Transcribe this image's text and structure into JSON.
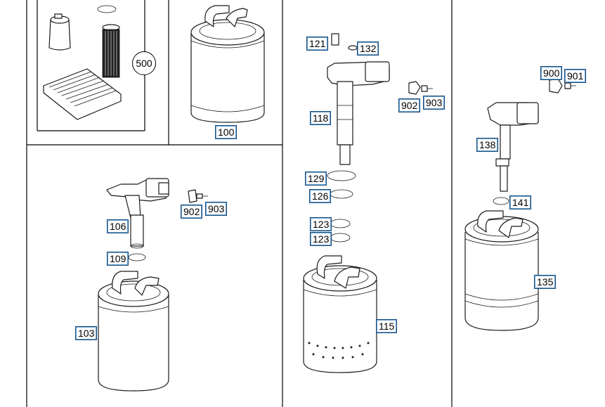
{
  "callouts": {
    "c500": "500",
    "c100": "100",
    "c121": "121",
    "c132": "132",
    "c118": "118",
    "c902a": "902",
    "c903a": "903",
    "c129": "129",
    "c126": "126",
    "c123a": "123",
    "c123b": "123",
    "c115": "115",
    "c106": "106",
    "c902b": "902",
    "c903b": "903",
    "c109": "109",
    "c103": "103",
    "c900": "900",
    "c901": "901",
    "c138": "138",
    "c141": "141",
    "c135": "135"
  },
  "colors": {
    "line": "#1a1a1a",
    "callout_border": "#1a4d7a",
    "callout_highlight": "#6aa0d0"
  }
}
